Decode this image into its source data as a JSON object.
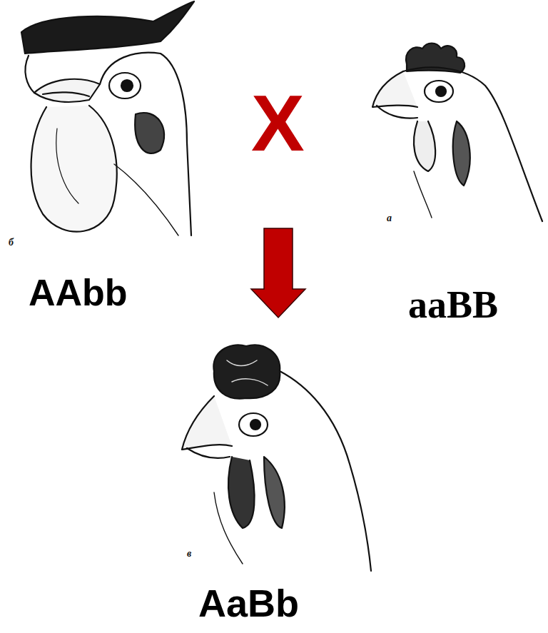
{
  "diagram": {
    "labels": [
      "б",
      "AAbb",
      "X",
      "а",
      "aaBB",
      "в",
      "AaBb"
    ]
  }
}
